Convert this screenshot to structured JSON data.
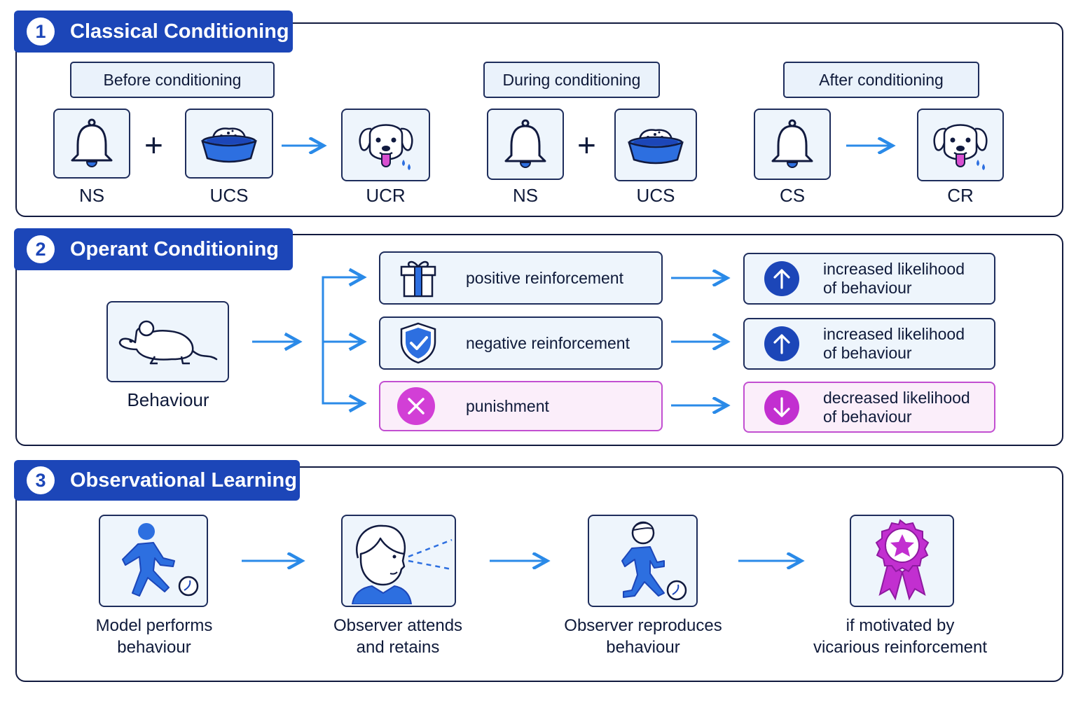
{
  "sections": {
    "classical": {
      "number": "1",
      "title": "Classical Conditioning",
      "phases": [
        "Before conditioning",
        "During conditioning",
        "After conditioning"
      ],
      "labels": {
        "ns1": "NS",
        "ucs1": "UCS",
        "ucr": "UCR",
        "ns2": "NS",
        "ucs2": "UCS",
        "cs": "CS",
        "cr": "CR"
      },
      "plus": "+"
    },
    "operant": {
      "number": "2",
      "title": "Operant Conditioning",
      "behaviour_label": "Behaviour",
      "consequences": [
        {
          "label": "positive reinforcement",
          "result": [
            "increased likelihood",
            "of behaviour"
          ]
        },
        {
          "label": "negative reinforcement",
          "result": [
            "increased likelihood",
            "of behaviour"
          ]
        },
        {
          "label": "punishment",
          "result": [
            "decreased likelihood",
            "of behaviour"
          ]
        }
      ]
    },
    "observational": {
      "number": "3",
      "title": "Observational Learning",
      "steps": [
        [
          "Model performs",
          "behaviour"
        ],
        [
          "Observer attends",
          "and retains"
        ],
        [
          "Observer reproduces",
          "behaviour"
        ],
        [
          "if motivated by",
          "vicarious reinforcement"
        ]
      ]
    }
  },
  "colors": {
    "primary": "#1c46b8",
    "accent_blue": "#2d6fe0",
    "arrow": "#2a8ae8",
    "magenta": "#c22fd0",
    "border": "#111a3f"
  }
}
